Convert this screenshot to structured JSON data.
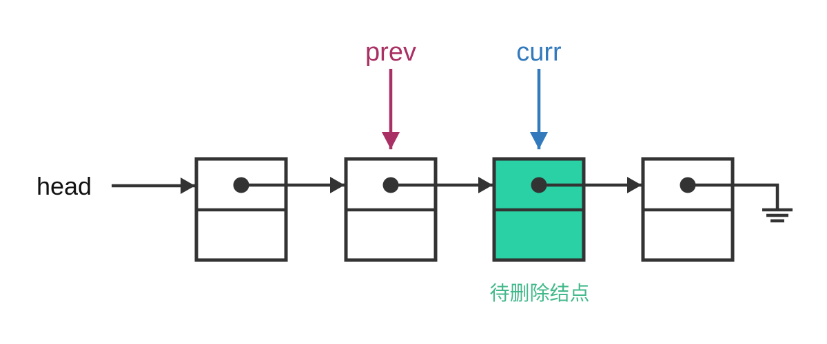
{
  "labels": {
    "head": "head",
    "prev": "prev",
    "curr": "curr"
  },
  "caption": "待删除结点",
  "nodes": [
    {
      "name": "node-1",
      "highlighted": false
    },
    {
      "name": "node-2",
      "highlighted": false,
      "pointed_by": "prev"
    },
    {
      "name": "node-3",
      "highlighted": true,
      "pointed_by": "curr",
      "note": "待删除结点"
    },
    {
      "name": "node-4",
      "highlighted": false,
      "next": "null-ground"
    }
  ],
  "colors": {
    "line": "#333333",
    "box_fill": "#ffffff",
    "highlight_fill": "#29d1a4",
    "prev_accent": "#a93064",
    "curr_accent": "#337abd",
    "caption_text": "#43b98b",
    "head_text": "#111111",
    "background": "#ffffff"
  }
}
